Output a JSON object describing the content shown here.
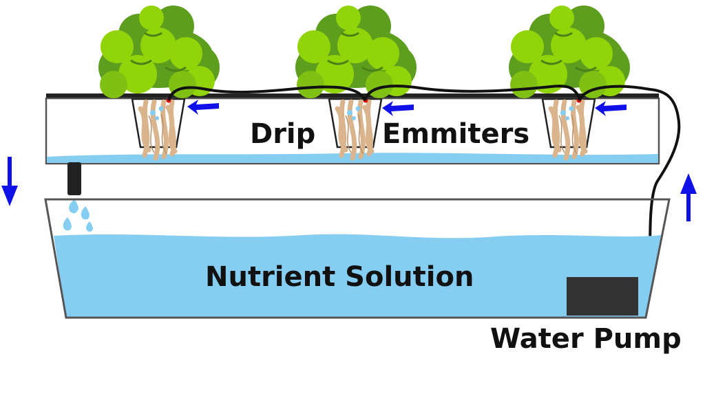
{
  "labels": {
    "drip": "Drip",
    "emitters": "Emmiters",
    "reservoir": "Nutrient Solution",
    "pump": "Water Pump"
  },
  "colors": {
    "water": "#86CDF2",
    "foliage_dark": "#5E9E1E",
    "foliage_light": "#92D40A",
    "arrow": "#1010E8",
    "tube": "#111111",
    "pump": "#333333",
    "emitter_dot": "#E01010",
    "roots": "#D9B48C"
  },
  "icons": {
    "flow_down": "arrow-down-icon",
    "flow_up": "arrow-up-icon",
    "emitter_pointer": "arrow-left-icon"
  }
}
